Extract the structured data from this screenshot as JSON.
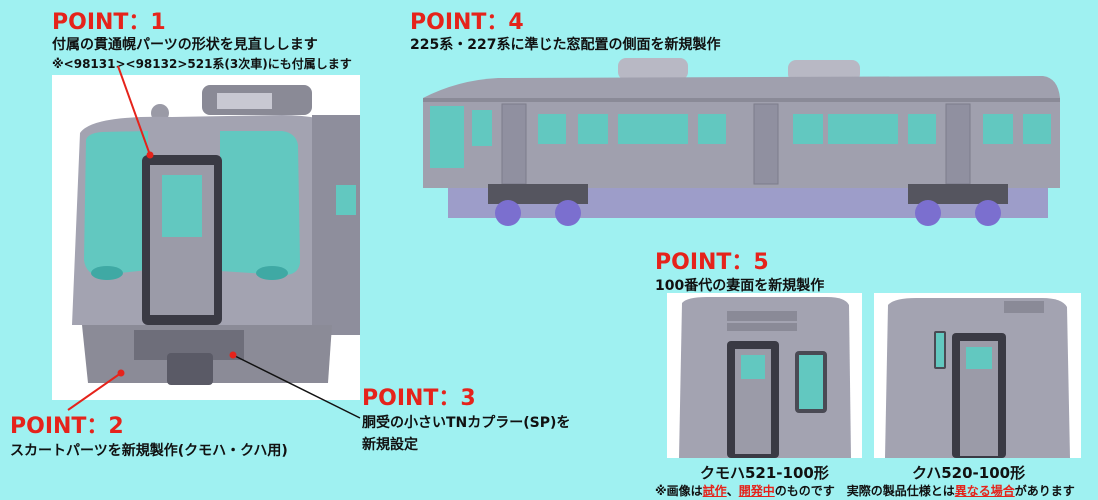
{
  "point1": {
    "label": "POINT：1",
    "desc": "付属の貫通幌パーツの形状を見直しします",
    "note": "※<98131><98132>521系(3次車)にも付属します"
  },
  "point2": {
    "label": "POINT：2",
    "desc": "スカートパーツを新規製作(クモハ・クハ用)"
  },
  "point3": {
    "label": "POINT：3",
    "desc_line1": "胴受の小さいTNカプラー(SP)を",
    "desc_line2": "新規設定"
  },
  "point4": {
    "label": "POINT：4",
    "desc": "225系・227系に準じた窓配置の側面を新規製作"
  },
  "point5": {
    "label": "POINT：5",
    "desc": "100番代の妻面を新規製作"
  },
  "captions": {
    "left": "クモハ521-100形",
    "right": "クハ520-100形"
  },
  "footnote": {
    "prefix": "※画像は",
    "trial": "試作",
    "sep": "、",
    "dev": "開発中",
    "middle": "のものです　実際の製品仕様とは",
    "diff": "異なる場合",
    "suffix": "があります"
  },
  "colors": {
    "background": "#9ff1f1",
    "accent": "#e5231b",
    "window": "#62c8c0",
    "body": "#9a9aa8"
  }
}
